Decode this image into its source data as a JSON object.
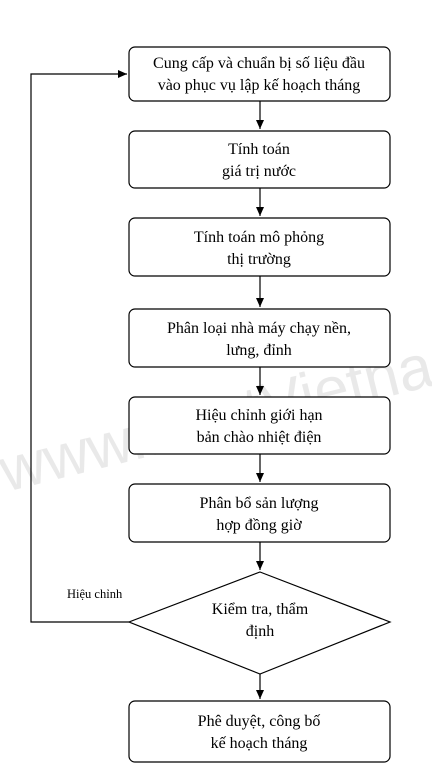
{
  "watermark": "www.LuatVietnam.",
  "nodes": [
    {
      "id": "n1",
      "shape": "rect",
      "lines": [
        "Cung cấp và chuẩn bị số liệu đầu",
        "vào phục vụ lập kế hoạch tháng"
      ]
    },
    {
      "id": "n2",
      "shape": "rect",
      "lines": [
        "Tính toán",
        "giá trị nước"
      ]
    },
    {
      "id": "n3",
      "shape": "rect",
      "lines": [
        "Tính toán mô phỏng",
        "thị trường"
      ]
    },
    {
      "id": "n4",
      "shape": "rect",
      "lines": [
        "Phân loại nhà máy chạy nền,",
        "lưng, đỉnh"
      ]
    },
    {
      "id": "n5",
      "shape": "rect",
      "lines": [
        "Hiệu chỉnh giới hạn",
        "bản chào nhiệt điện"
      ]
    },
    {
      "id": "n6",
      "shape": "rect",
      "lines": [
        "Phân bổ sản lượng",
        "hợp đồng giờ"
      ]
    },
    {
      "id": "n7",
      "shape": "diamond",
      "lines": [
        "Kiểm tra, thẩm",
        "định"
      ]
    },
    {
      "id": "n8",
      "shape": "rect",
      "lines": [
        "Phê duyệt, công bố",
        "kế hoạch tháng"
      ]
    }
  ],
  "edges": [
    {
      "from": "n1",
      "to": "n2"
    },
    {
      "from": "n2",
      "to": "n3"
    },
    {
      "from": "n3",
      "to": "n4"
    },
    {
      "from": "n4",
      "to": "n5"
    },
    {
      "from": "n5",
      "to": "n6"
    },
    {
      "from": "n6",
      "to": "n7"
    },
    {
      "from": "n7",
      "to": "n8"
    },
    {
      "from": "n7",
      "to": "n1",
      "label": "Hiệu chỉnh"
    }
  ]
}
